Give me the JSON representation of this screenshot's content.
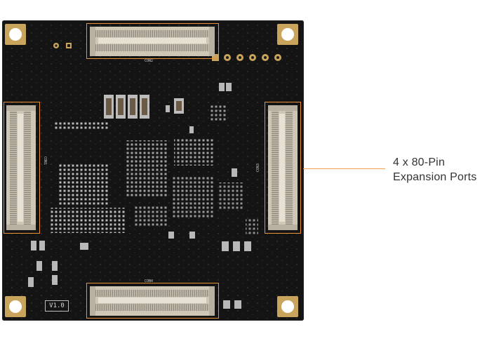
{
  "callout": {
    "line1": "4 x 80-Pin",
    "line2": "Expansion Ports"
  },
  "board": {
    "version_label": "V1.0",
    "connector_top_label": "CON2",
    "connector_bottom_label": "CON4",
    "connector_left_label": "CON1",
    "connector_right_label": "CON3"
  },
  "colors": {
    "pcb": "#141414",
    "highlight": "#e8923a",
    "gold": "#c8a45c",
    "connector_body": "#cfc7b6",
    "text": "#333333"
  }
}
